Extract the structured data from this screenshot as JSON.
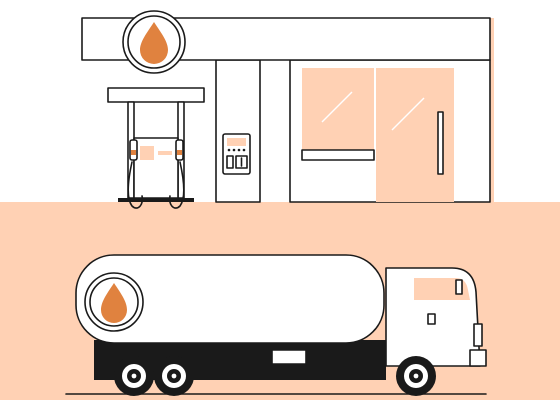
{
  "scene": {
    "colors": {
      "background": "#ffffff",
      "ground": "#ffd1b4",
      "accent_drop": "#e0823f",
      "outline": "#1a1a1a"
    },
    "icons": [
      "fuel-drop-icon",
      "fuel-drop-icon"
    ],
    "canopy": {
      "logo": "fuel-drop-icon"
    },
    "dispenser": {
      "screen_count": 2
    },
    "tanker_truck": {
      "logo": "fuel-drop-icon",
      "axles_rear": 2,
      "axles_front": 1
    }
  }
}
